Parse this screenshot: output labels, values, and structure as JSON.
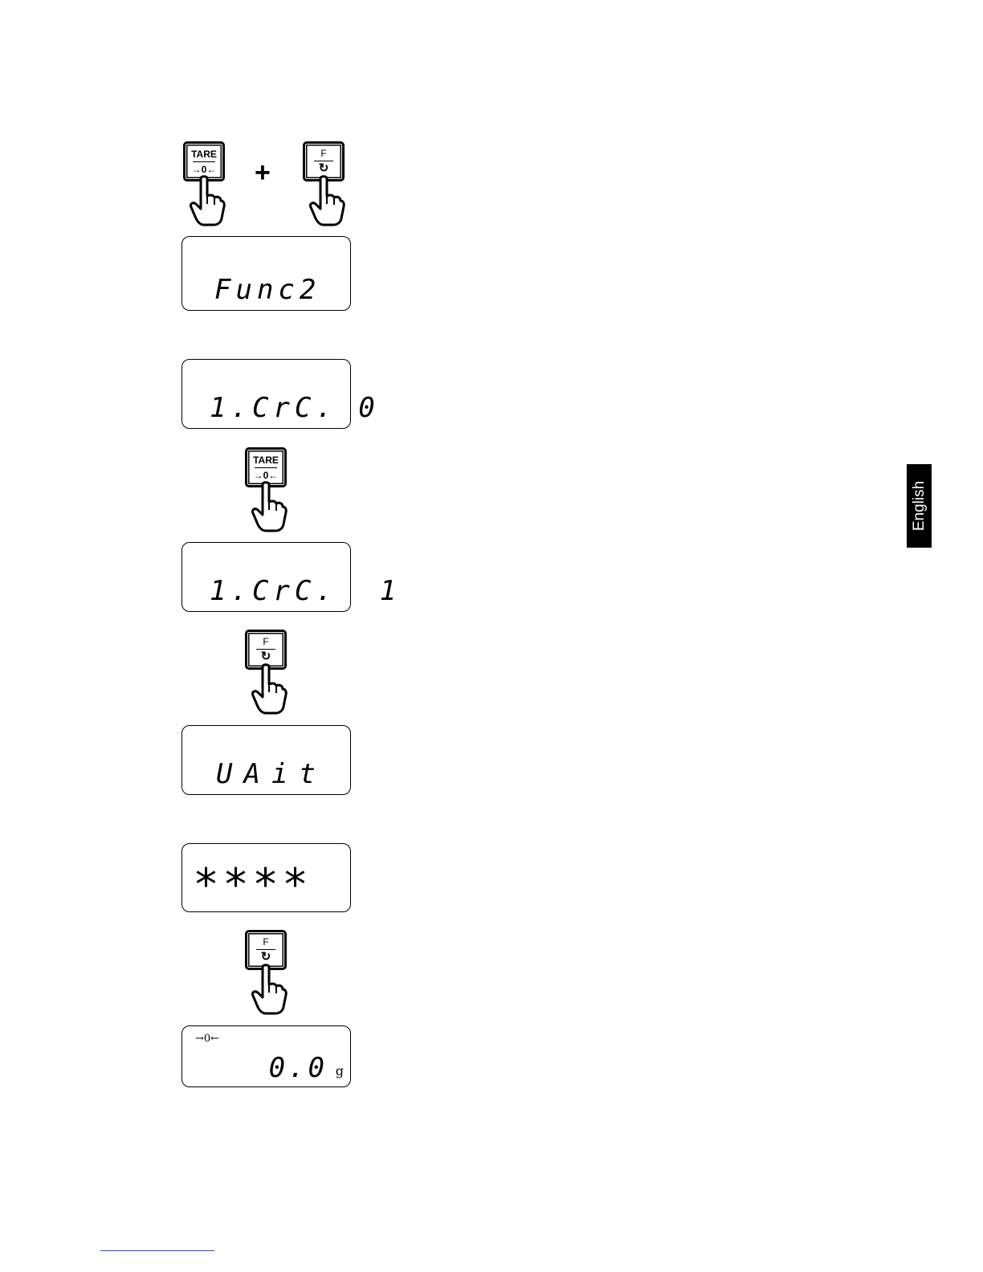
{
  "keys": {
    "tare_top": "TARE",
    "tare_bottom": "→0←",
    "f_top": "F",
    "f_bottom": "↻",
    "plus": "+"
  },
  "displays": {
    "d1": "Func2",
    "d2": "1.CrC. 0",
    "d3": "1.CrC.  1",
    "d4": "UAit",
    "d5": "****",
    "d6_indicator": "→0←",
    "d6_value": "0.0",
    "d6_unit": "g"
  },
  "side_tab": {
    "label": "English"
  },
  "icons": [
    "hand-press-icon",
    "arrow-cycle-icon",
    "zero-indicator-icon"
  ]
}
